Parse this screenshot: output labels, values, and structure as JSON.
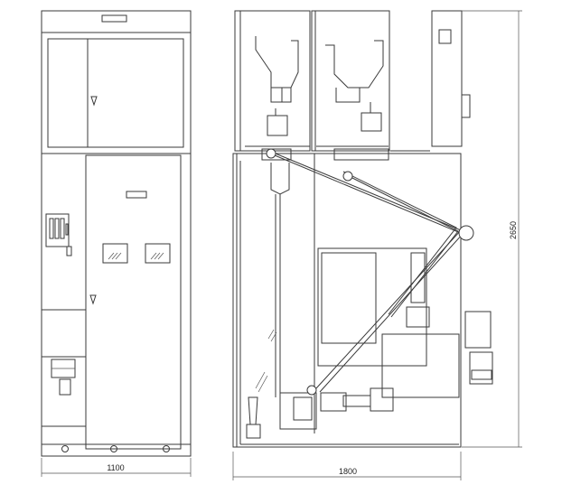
{
  "dimensions": {
    "front_width": "1100",
    "side_depth": "1800",
    "height": "2650"
  }
}
